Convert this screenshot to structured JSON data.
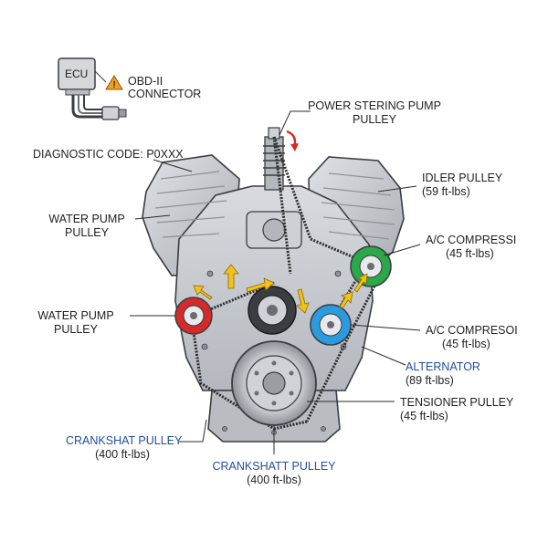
{
  "ecu": {
    "box_label": "ECU",
    "connector_line1": "OBD-II",
    "connector_line2": "CONNECTOR",
    "diagnostic_code": "DIAGNOSTIC CODE: P0XXX"
  },
  "labels": {
    "power_steering_line1": "POWER STERING PUMP",
    "power_steering_line2": "PULLEY",
    "idler_line1": "IDLER PULLEY",
    "idler_line2": "(59 ft-lbs)",
    "water_pump_top_line1": "WATER PUMP",
    "water_pump_top_line2": "PULLEY",
    "ac_top_line1": "A/C COMPRESSI",
    "ac_top_line2": "(45 ft-lbs)",
    "water_pump_left_line1": "WATER PUMP",
    "water_pump_left_line2": "PULLEY",
    "ac_bottom_line1": "A/C COMPRESOI",
    "ac_bottom_line2": "(45 ft-lbs)",
    "alternator_line1": "ALTERNATOR",
    "alternator_line2": "(89 ft-lbs)",
    "tensioner_line1": "TENSIONER PULLEY",
    "tensioner_line2": "(45 ft-lbs)",
    "crank_left_line1": "CRANKSHAT PULLEY",
    "crank_left_line2": "(400 ft-lbs)",
    "crank_bottom_line1": "CRANKSHATT PULLEY",
    "crank_bottom_line2": "(400 ft-lbs)"
  },
  "colors": {
    "engine": "#c9ccd0",
    "engine_dark": "#9a9ea4",
    "outline": "#3a3d42",
    "belt": "#2a2a2a",
    "arrow": "#f2c21b",
    "water_pump_pulley": "#d42a2a",
    "ac_pulley": "#2aa84a",
    "alternator_pulley": "#2b9be0",
    "warning": "#f0a020",
    "label_blue": "#1f4e9c"
  },
  "icons": [
    "warning-icon",
    "connector-plug-icon",
    "rotation-arrow-icon"
  ]
}
